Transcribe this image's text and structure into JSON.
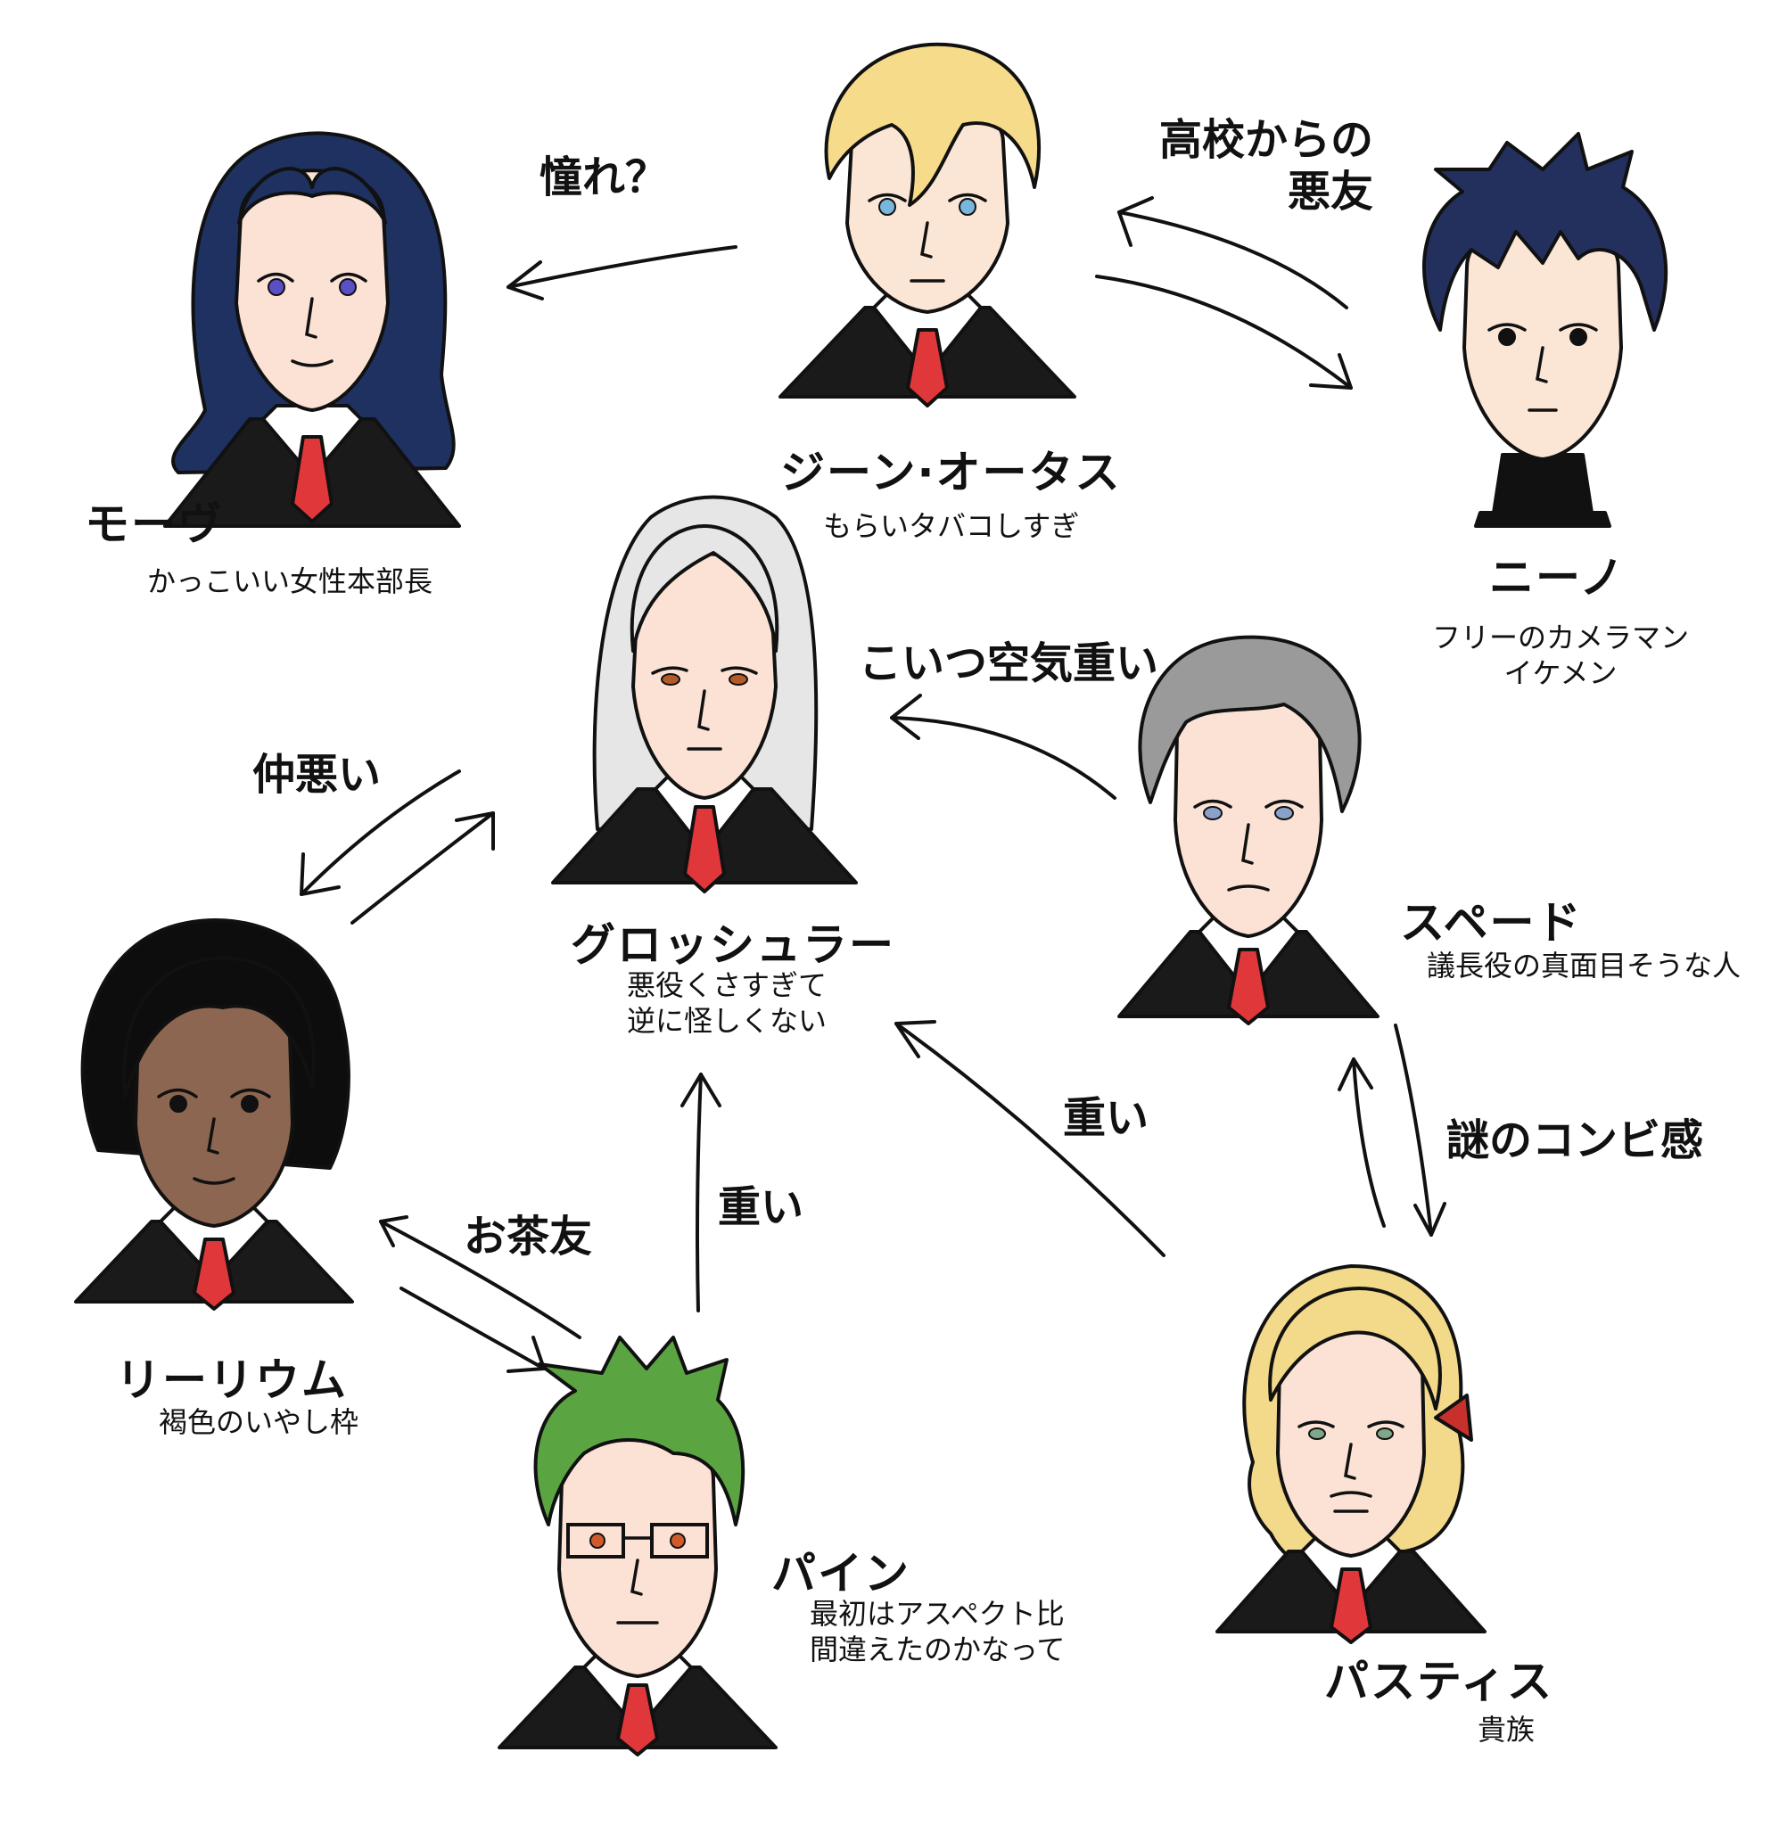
{
  "characters": {
    "mauve": {
      "name": "モーヴ",
      "desc": "かっこいい女性本部長",
      "colors": {
        "hair": "#1e3160",
        "skin": "#fbe2d4",
        "tie": "#e0373a"
      }
    },
    "gene": {
      "name": "ジーン·オータス",
      "desc": "もらいタバコしすぎ",
      "colors": {
        "hair": "#f6dc8a",
        "skin": "#fbe6d6",
        "tie": "#e0373a"
      }
    },
    "nino": {
      "name": "ニーノ",
      "desc_lines": [
        "フリーのカメラマン",
        "イケメン"
      ],
      "colors": {
        "hair": "#23305e",
        "skin": "#fbe6d6",
        "turtleneck": "#111111"
      }
    },
    "grosch": {
      "name": "グロッシュラー",
      "desc_lines": [
        "悪役くさすぎて",
        "逆に怪しくない"
      ],
      "colors": {
        "hair": "#e6e6e6",
        "skin": "#fbe2d4",
        "tie": "#e0373a"
      }
    },
    "spade": {
      "name": "スペード",
      "desc": "議長役の真面目そうな人",
      "colors": {
        "hair": "#9a9a9a",
        "skin": "#fbe2d4",
        "tie": "#e0373a"
      }
    },
    "lilium": {
      "name": "リーリウム",
      "desc": "褐色のいやし枠",
      "colors": {
        "hair": "#0d0d0d",
        "skin": "#8c6650",
        "tie": "#e0373a"
      }
    },
    "pine": {
      "name": "パイン",
      "desc_lines": [
        "最初はアスペクト比",
        "間違えたのかなって"
      ],
      "colors": {
        "hair": "#5aa441",
        "skin": "#fbe2d4",
        "tie": "#e0373a"
      }
    },
    "pastis": {
      "name": "パスティス",
      "desc": "貴族",
      "colors": {
        "hair": "#f3d98a",
        "skin": "#fbe2d4",
        "tie": "#e0373a",
        "ribbon": "#c8302c"
      }
    }
  },
  "relations": {
    "gene_mauve": "憧れ？",
    "gene_nino_lines": [
      "高校からの",
      "悪友"
    ],
    "spade_grosch": "こいつ空気重い",
    "grosch_lilium": "仲悪い",
    "pastis_grosch": "重い",
    "pine_grosch": "重い",
    "lilium_pine": "お茶友",
    "spade_pastis": "謎のコンビ感"
  },
  "colors": {
    "line": "#111111",
    "suit": "#1a1a1a",
    "shirt": "#ffffff",
    "background": "#ffffff"
  }
}
